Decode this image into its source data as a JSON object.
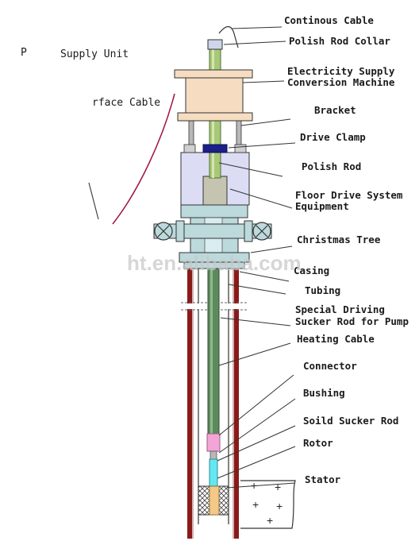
{
  "diagram": {
    "labels": {
      "continuous_cable": "Continous Cable",
      "polish_rod_collar": "Polish Rod Collar",
      "esc_line1": "Electricity Supply",
      "esc_line2": "Conversion Machine",
      "bracket": "Bracket",
      "drive_clamp": "Drive Clamp",
      "polish_rod": "Polish Rod",
      "floor_drive_line1": "Floor Drive System",
      "floor_drive_line2": "Equipment",
      "christmas_tree": "Christmas Tree",
      "casing": "Casing",
      "tubing": "Tubing",
      "special_rod_line1": "Special Driving",
      "special_rod_line2": "Sucker Rod for Pump",
      "heating_cable": "Heating Cable",
      "connector": "Connector",
      "bushing": "Bushing",
      "solid_sucker_rod": "Soild Sucker Rod",
      "rotor": "Rotor",
      "stator": "Stator"
    },
    "left_labels": {
      "supply_unit_prefix": "P",
      "supply_unit": "Supply Unit",
      "surface_cable": "rface Cable"
    },
    "watermark": "ht.en.alibaba.com",
    "stator_marks": [
      "+",
      "+",
      "+",
      "+",
      "+"
    ]
  },
  "colors": {
    "esc_body": "#f6dcc0",
    "floor_drive_body": "#dcdcf4",
    "christmas_tree": "#bcd9dc",
    "tubing_rod": "#5c8a5c",
    "casing_red": "#8a1a1a",
    "bushing_pink": "#f3a6d6",
    "rotor_cyan": "#66e6f0",
    "drive_clamp": "#1b1f8a",
    "surface_cable_red": "#a0143c"
  }
}
